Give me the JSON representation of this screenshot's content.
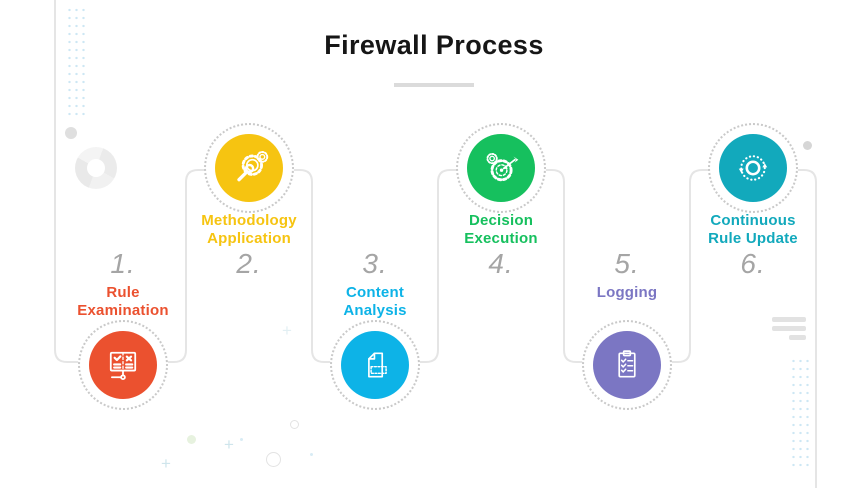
{
  "title": "Firewall Process",
  "steps": [
    {
      "number": "1.",
      "label_line1": "Rule",
      "label_line2": "Examination",
      "color": "#eb512f",
      "icon": "rule-examination-icon",
      "icon_position": "bottom"
    },
    {
      "number": "2.",
      "label_line1": "Methodology",
      "label_line2": "Application",
      "color": "#f6c411",
      "icon": "wrench-gear-icon",
      "icon_position": "top"
    },
    {
      "number": "3.",
      "label_line1": "Content",
      "label_line2": "Analysis",
      "color": "#0db3e7",
      "icon": "document-scan-icon",
      "icon_position": "bottom"
    },
    {
      "number": "4.",
      "label_line1": "Decision",
      "label_line2": "Execution",
      "color": "#16c05e",
      "icon": "gear-target-dart-icon",
      "icon_position": "top"
    },
    {
      "number": "5.",
      "label_line1": "Logging",
      "label_line2": "",
      "color": "#7b76c3",
      "icon": "checklist-clipboard-icon",
      "icon_position": "bottom"
    },
    {
      "number": "6.",
      "label_line1": "Continuous",
      "label_line2": "Rule Update",
      "color": "#12a9bc",
      "icon": "refresh-cycle-icon",
      "icon_position": "top"
    }
  ],
  "decor": {
    "outline_color": "#e5e5e5",
    "number_color": "#a5a5a5",
    "dot_grid_color": "#cde7f4",
    "underline_color": "#dbdbdb"
  }
}
